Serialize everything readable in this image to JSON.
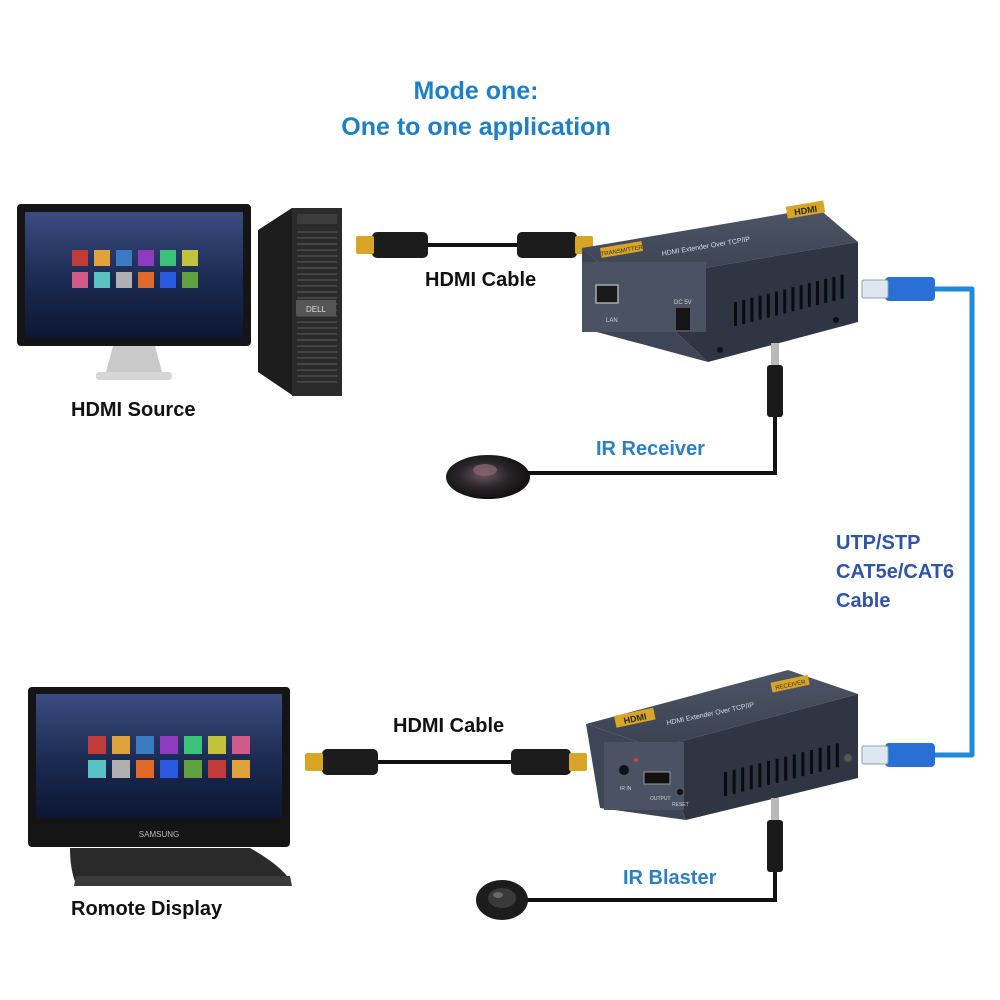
{
  "title": {
    "line1": "Mode one:",
    "line2": "One to one application"
  },
  "labels": {
    "hdmi_cable_top": "HDMI Cable",
    "hdmi_cable_bottom": "HDMI Cable",
    "hdmi_source": "HDMI Source",
    "remote_display": "Romote Display",
    "ir_receiver": "IR Receiver",
    "ir_blaster": "IR Blaster",
    "cat_cable": [
      "UTP/STP",
      "CAT5e/CAT6",
      "Cable"
    ]
  },
  "device_text": {
    "brand_logo": "HDMI",
    "tx_title": "HDMI Extender Over TCP/IP",
    "rx_title": "HDMI Extender Over TCP/IP",
    "tx_badge": "TRANSMITTER",
    "rx_badge": "RECEIVER",
    "tx_port_lan": "LAN",
    "tx_port_dc": "DC 5V",
    "rx_port_output": "OUTPUT",
    "rx_port_ir": "IR IN",
    "rx_port_reset": "RESET",
    "pc_brand": "DELL",
    "monitor_brand": "SAMSUNG"
  },
  "colors": {
    "title": "#1f7fc4",
    "accent_label": "#2b7fc2",
    "cable_label": "#2f55a4",
    "network_cable": "#1e8ad8",
    "extender_body": "#3b4252",
    "hdmi_plug": "#d8a526"
  }
}
